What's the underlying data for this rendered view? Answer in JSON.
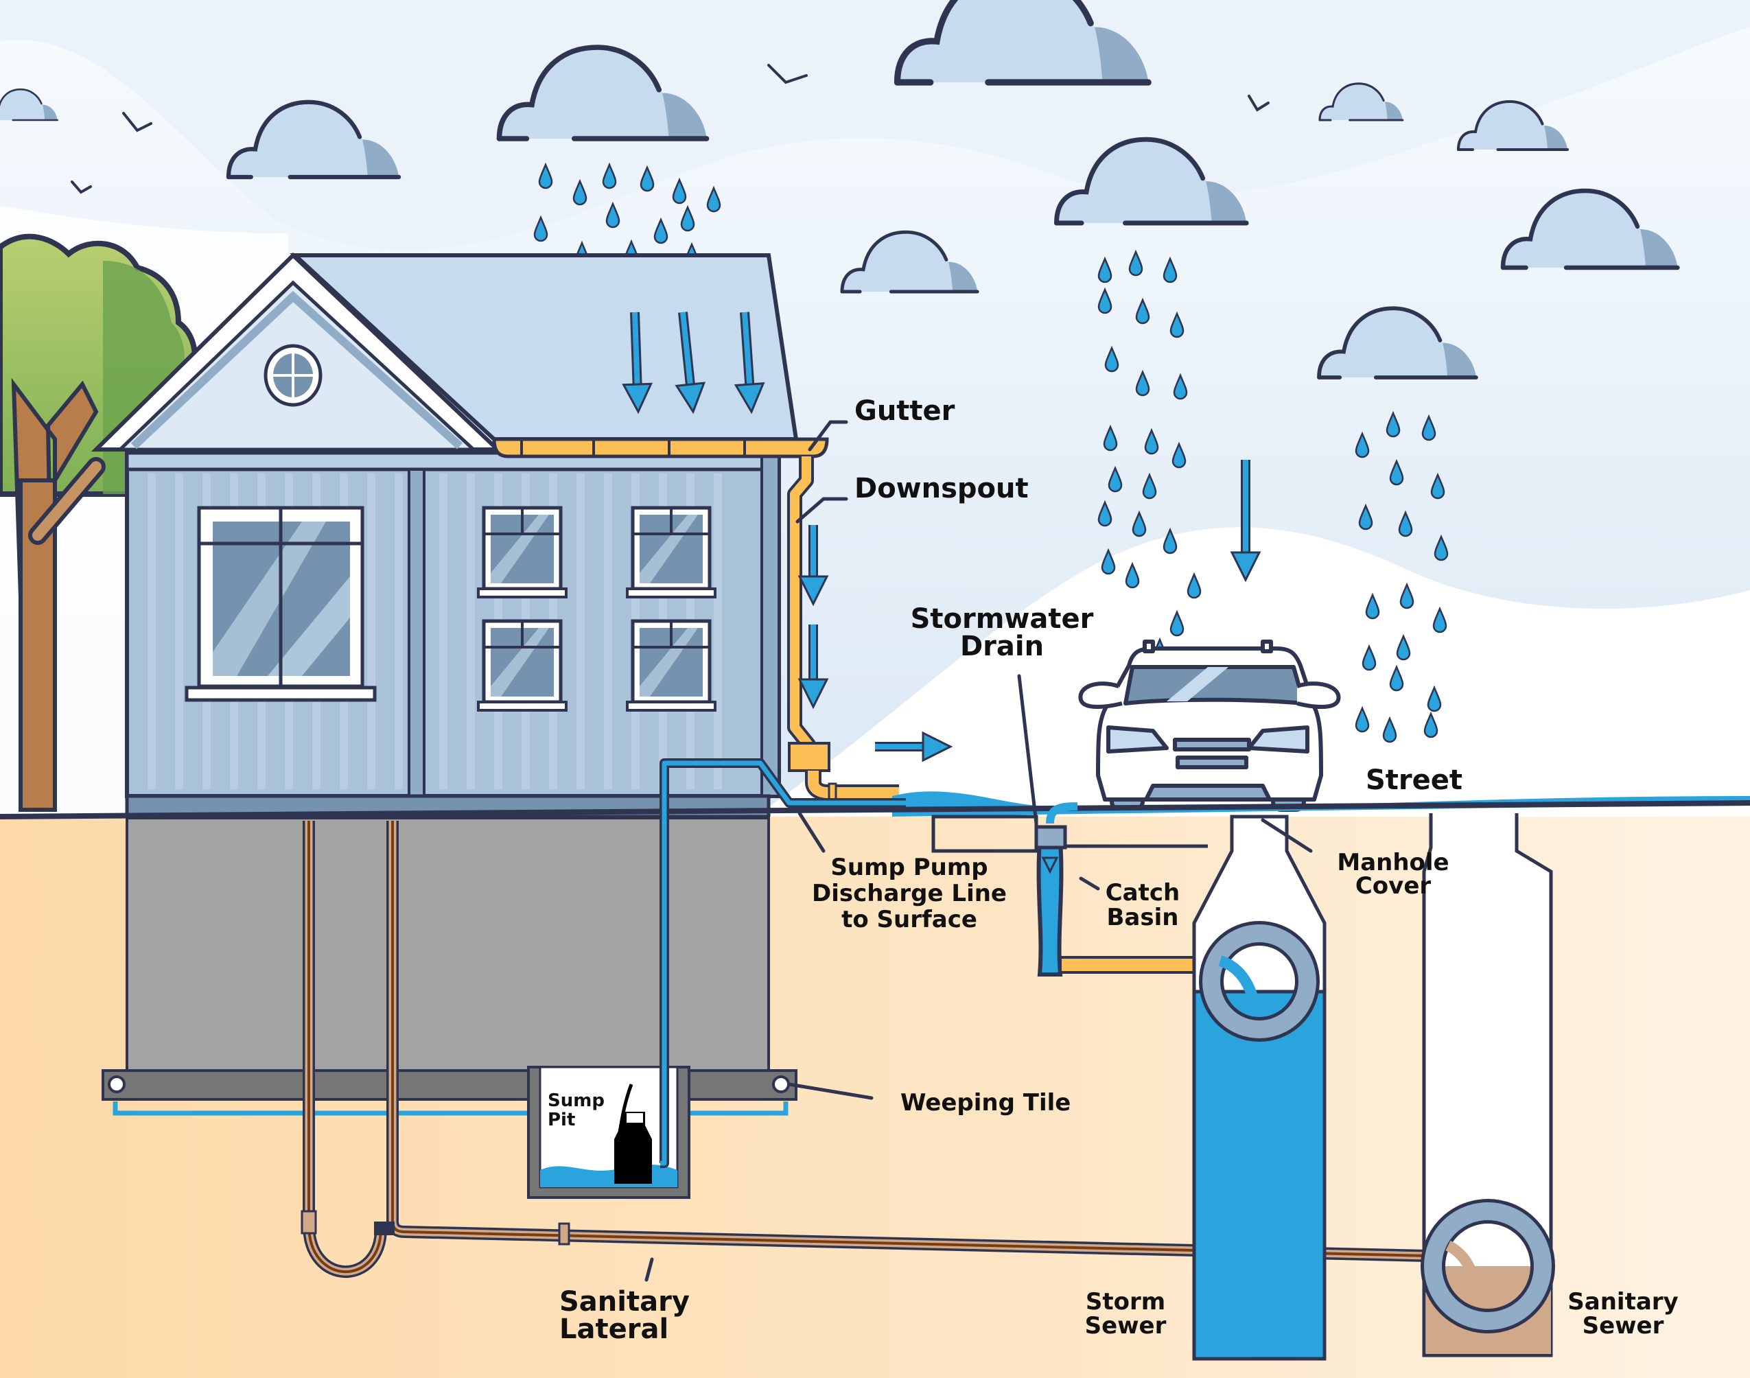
{
  "diagram": {
    "subject": "Residential stormwater and sanitary drainage system",
    "colors": {
      "outline": "#2f3450",
      "water": "#2ba4de",
      "sky_light": "#e4eef8",
      "cloud": "#c6dcee",
      "cloud_shade": "#91acc6",
      "house_siding": "#a9c2d9",
      "window_glass": "#7593ae",
      "gutter": "#fbbf55",
      "soil": "#fde3bd",
      "foundation": "#a3a3a3",
      "footing": "#767676",
      "sanitary_pipe": "#7a3d12",
      "sanitary_waste": "#cfa98a",
      "tree_green": "#6ba34e",
      "tree_light": "#b7cd6e",
      "trunk": "#b77d4a"
    },
    "labels": {
      "gutter": "Gutter",
      "downspout": "Downspout",
      "stormwater_drain_line1": "Stormwater",
      "stormwater_drain_line2": "Drain",
      "street": "Street",
      "sump_discharge_line1": "Sump Pump",
      "sump_discharge_line2": "Discharge Line",
      "sump_discharge_line3": "to Surface",
      "catch_basin_line1": "Catch",
      "catch_basin_line2": "Basin",
      "manhole_cover_line1": "Manhole",
      "manhole_cover_line2": "Cover",
      "weeping_tile": "Weeping Tile",
      "sump_pit_line1": "Sump",
      "sump_pit_line2": "Pit",
      "sanitary_lateral_line1": "Sanitary",
      "sanitary_lateral_line2": "Lateral",
      "storm_sewer_line1": "Storm",
      "storm_sewer_line2": "Sewer",
      "sanitary_sewer_line1": "Sanitary",
      "sanitary_sewer_line2": "Sewer"
    },
    "icons": [
      "cloud-icon",
      "raindrop-icon",
      "bird-icon",
      "flow-arrow-icon",
      "tree-icon",
      "house-icon",
      "car-icon",
      "sump-pump-icon"
    ]
  }
}
